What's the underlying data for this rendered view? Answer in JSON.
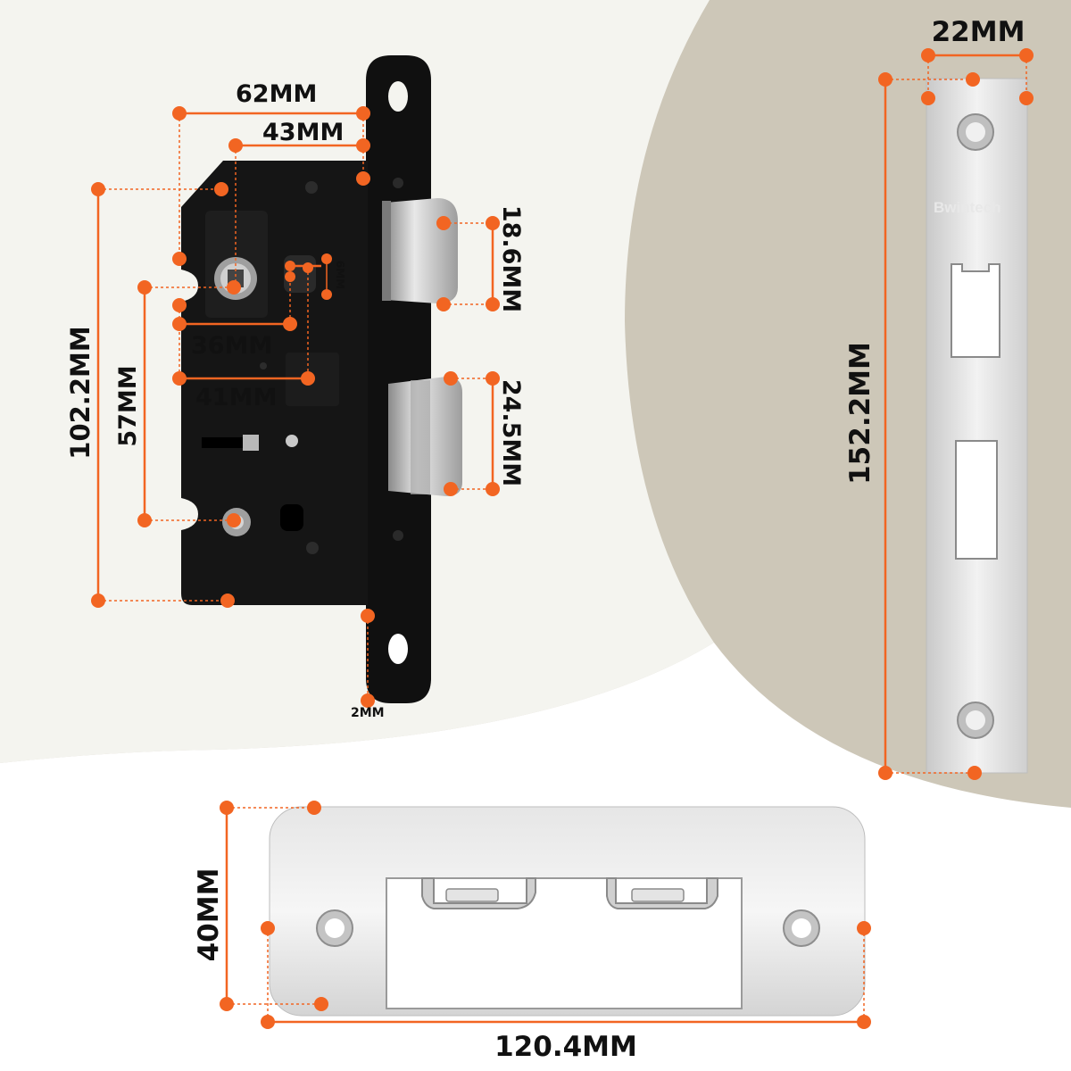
{
  "brand": "Bwintech",
  "colors": {
    "accent": "#f26522",
    "background_beige": "#cdc7b8",
    "background_light": "#f4f4ef",
    "lock_body": "#141414",
    "steel": "#d9d9d9"
  },
  "lock_body": {
    "width_total": "62MM",
    "backset": "43MM",
    "height_total": "102.2MM",
    "center_distance": "57MM",
    "spindle_to_cam": "36MM",
    "spindle_to_cam_far": "41MM",
    "cam_hole": "6MM",
    "faceplate_thickness": "2MM",
    "latch_height": "18.6MM",
    "bolt_height": "24.5MM"
  },
  "faceplate": {
    "width": "22MM",
    "length": "152.2MM"
  },
  "strike_plate": {
    "height": "40MM",
    "length": "120.4MM"
  }
}
